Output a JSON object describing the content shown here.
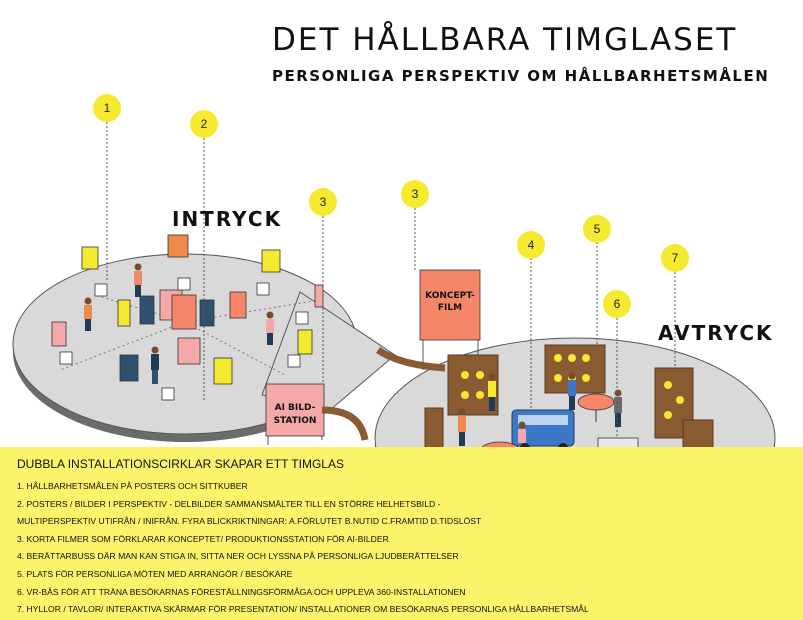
{
  "title": "DET HÅLLBARA TIMGLASET",
  "subtitle": "PERSONLIGA PERSPEKTIV OM HÅLLBARHETSMÅLEN",
  "zones": {
    "left": "INTRYCK",
    "right": "AVTRYCK"
  },
  "signs": {
    "koncept_line1": "KONCEPT-",
    "koncept_line2": "FILM",
    "ai_line1": "AI BILD-",
    "ai_line2": "STATION"
  },
  "markers": [
    "1",
    "2",
    "3",
    "3",
    "4",
    "5",
    "6",
    "7"
  ],
  "legend": {
    "title": "DUBBLA INSTALLATIONSCIRKLAR SKAPAR ETT TIMGLAS",
    "items": [
      "1. HÅLLBARHETSMÅLEN PÅ POSTERS OCH SITTKUBER",
      "2. POSTERS / BILDER I PERSPEKTIV - DELBILDER SAMMANSMÄLTER TILL EN STÖRRE HELHETSBILD -",
      "MULTIPERSPEKTIV UTIFRÅN / INIFRÅN. FYRA BLICKRIKTNINGAR: A.FÖRLUTET B.NUTID C.FRAMTID D.TIDSLÖST",
      "3. KORTA FILMER SOM FÖRKLARAR KONCEPTET/ PRODUKTIONSSTATION FÖR AI-BILDER",
      "4. BERÄTTARBUSS DÄR MAN KAN STIGA IN, SITTA NER OCH LYSSNA PÅ PERSONLIGA LJUDBERÄTTELSER",
      "5. PLATS FÖR PERSONLIGA MÖTEN MED ARRANGÖR / BESÖKARE",
      "6. VR-BÅS FÖR ATT TRÄNA BESÖKARNAS FÖRESTÄLLNINGSFÖRMÅGA OCH UPPLEVA 360-INSTALLATIONEN",
      "7. HYLLOR / TAVLOR/ INTERAKTIVA SKÄRMAR FÖR PRESENTATION/ INSTALLATIONER OM BESÖKARNAS PERSONLIGA HÅLLBARHETSMÅL"
    ]
  },
  "colors": {
    "yellow": "#fbf36a",
    "marker": "#f5ea2f",
    "floor": "#d9d9d9",
    "coral": "#f5866a",
    "navy": "#1f3b57",
    "orange": "#f08a4b",
    "pink": "#f4a9a8",
    "wood": "#8a5a32"
  }
}
